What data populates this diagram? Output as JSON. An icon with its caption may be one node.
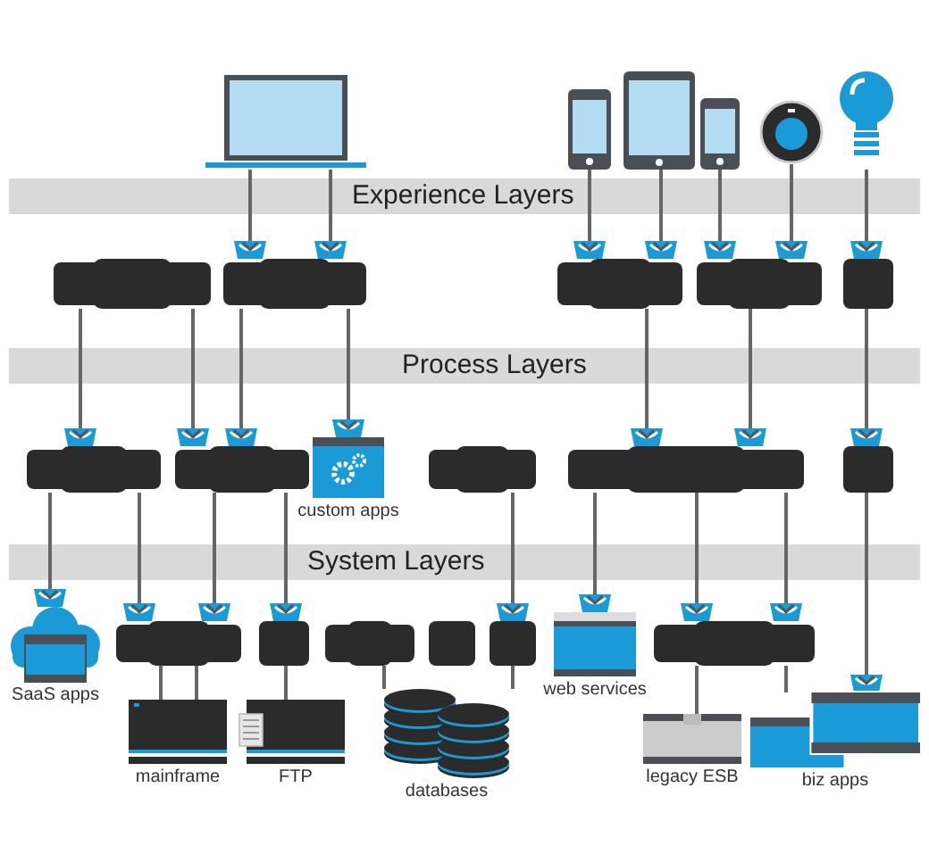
{
  "diagram": {
    "nodes": [
      {
        "text": [],
        "shape": "laptop"
      },
      {
        "text": [],
        "shape": "phone"
      },
      {
        "text": [],
        "shape": "tablet"
      },
      {
        "text": [],
        "shape": "phone"
      },
      {
        "text": [],
        "shape": "thermostat"
      },
      {
        "text": [],
        "shape": "bulb"
      },
      {
        "text": [],
        "shape": "box"
      },
      {
        "text": [],
        "shape": "box"
      },
      {
        "text": [],
        "shape": "box"
      },
      {
        "text": [],
        "shape": "box"
      },
      {
        "text": [],
        "shape": "box"
      },
      {
        "text": [],
        "shape": "box"
      },
      {
        "text": [],
        "shape": "box"
      },
      {
        "text": [
          "custom apps"
        ]
      },
      {
        "text": [],
        "shape": "box"
      },
      {
        "text": [],
        "shape": "box"
      },
      {
        "text": [],
        "shape": "box"
      },
      {
        "text": [
          "SaaS apps"
        ]
      },
      {
        "text": [],
        "shape": "box"
      },
      {
        "text": [],
        "shape": "box"
      },
      {
        "text": [],
        "shape": "box"
      },
      {
        "text": [],
        "shape": "box"
      },
      {
        "text": [],
        "shape": "box"
      },
      {
        "text": [
          "web services"
        ]
      },
      {
        "text": [],
        "shape": "box"
      },
      {
        "text": [
          "mainframe"
        ]
      },
      {
        "text": [
          "FTP"
        ]
      },
      {
        "text": [
          "databases"
        ]
      },
      {
        "text": [
          "legacy ESB"
        ]
      },
      {
        "text": [
          "biz apps"
        ]
      }
    ],
    "edges": [
      {
        "from": 0,
        "to": 7,
        "arrow": "to"
      },
      {
        "from": 0,
        "to": 7,
        "arrow": "to"
      },
      {
        "from": 1,
        "to": 8,
        "arrow": "to"
      },
      {
        "from": 2,
        "to": 8,
        "arrow": "to"
      },
      {
        "from": 3,
        "to": 9,
        "arrow": "to"
      },
      {
        "from": 4,
        "to": 9,
        "arrow": "to"
      },
      {
        "from": 5,
        "to": 10,
        "arrow": "to"
      },
      {
        "from": 6,
        "to": 11,
        "arrow": "to"
      },
      {
        "from": 6,
        "to": 12,
        "arrow": "to"
      },
      {
        "from": 7,
        "to": 12,
        "arrow": "to"
      },
      {
        "from": 7,
        "to": 13,
        "arrow": "to"
      },
      {
        "from": 8,
        "to": 15,
        "arrow": "to"
      },
      {
        "from": 9,
        "to": 15,
        "arrow": "to"
      },
      {
        "from": 10,
        "to": 16,
        "arrow": "to"
      },
      {
        "from": 11,
        "to": 17,
        "arrow": "to"
      },
      {
        "from": 11,
        "to": 18,
        "arrow": "to"
      },
      {
        "from": 12,
        "to": 18,
        "arrow": "to"
      },
      {
        "from": 12,
        "to": 19,
        "arrow": "to"
      },
      {
        "from": 14,
        "to": 22,
        "arrow": "to"
      },
      {
        "from": 15,
        "to": 23,
        "arrow": "to"
      },
      {
        "from": 15,
        "to": 24,
        "arrow": "to"
      },
      {
        "from": 15,
        "to": 24,
        "arrow": "to"
      },
      {
        "from": 16,
        "to": 29,
        "arrow": "to"
      },
      {
        "from": 18,
        "to": 25,
        "arrow": "none"
      },
      {
        "from": 18,
        "to": 25,
        "arrow": "none"
      },
      {
        "from": 19,
        "to": 26,
        "arrow": "none"
      },
      {
        "from": 20,
        "to": 27,
        "arrow": "none"
      },
      {
        "from": 22,
        "to": 27,
        "arrow": "none"
      },
      {
        "from": 24,
        "to": 28,
        "arrow": "none"
      },
      {
        "from": 24,
        "to": 29,
        "arrow": "none"
      }
    ],
    "labels": [
      "Experience Layers",
      "Process Layers",
      "System Layers"
    ]
  }
}
